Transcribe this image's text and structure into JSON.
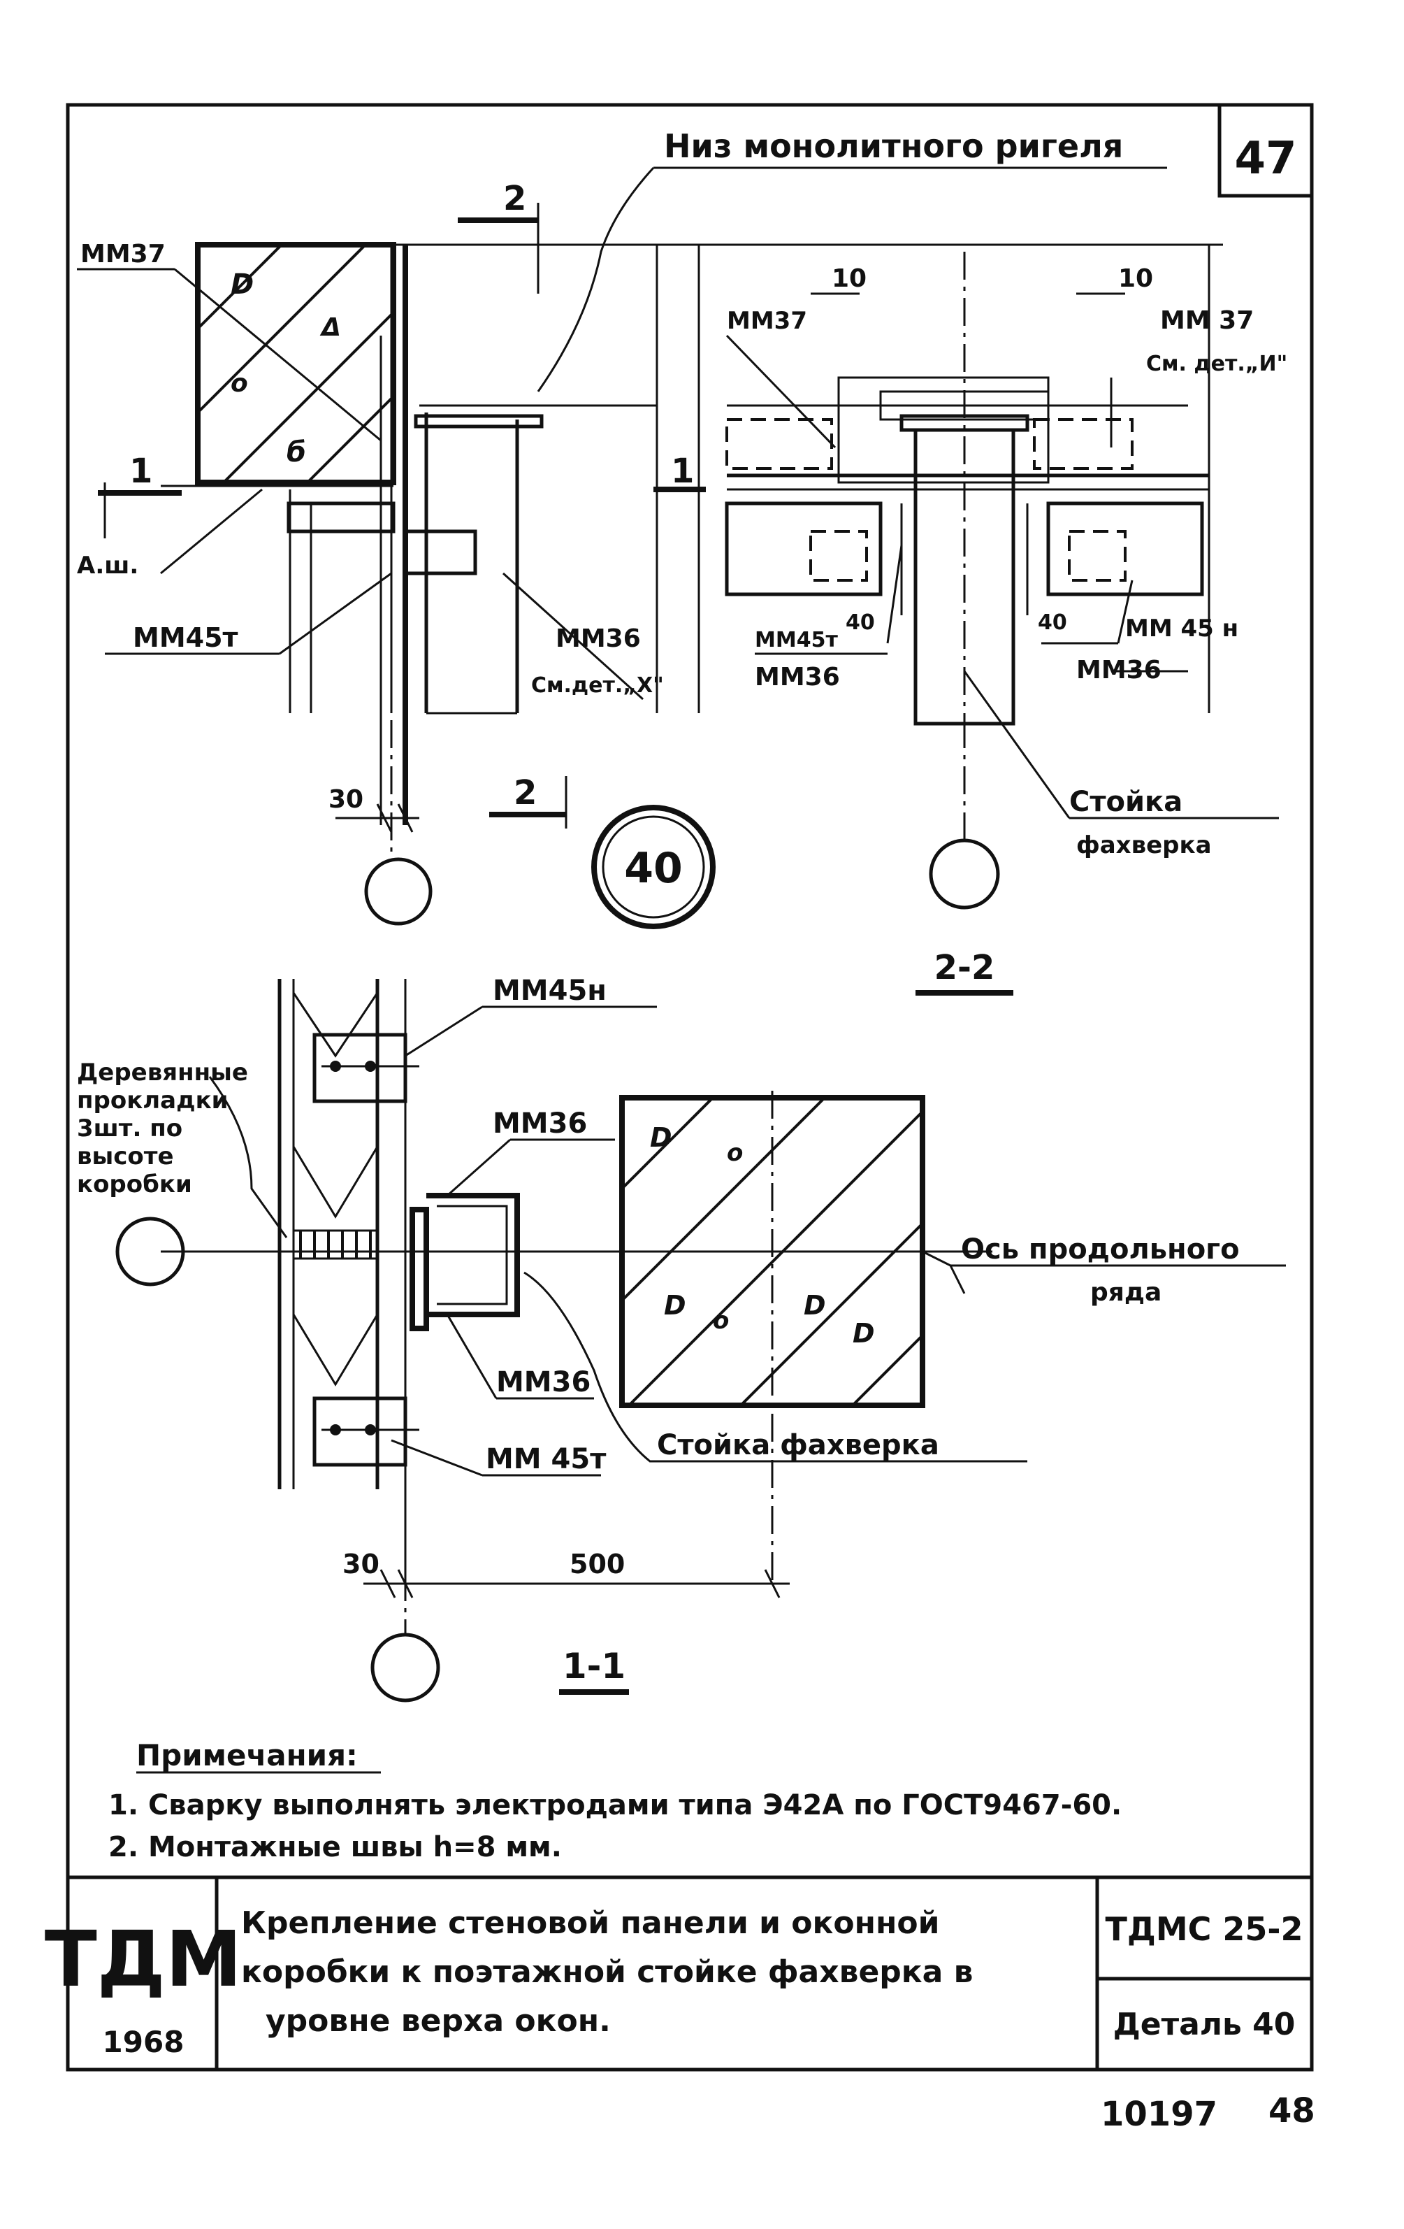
{
  "sheet": {
    "page_number": "47",
    "stamp_number": "10197",
    "stamp_page": "48"
  },
  "labels": {
    "monolith_bottom": "Низ монолитного ригеля",
    "section_2_mark_top": "2",
    "section_2_mark_bottom": "2",
    "section_2_caption": "2-2",
    "section_1_mark_left": "1",
    "section_1_mark_right": "1",
    "section_1_caption": "1-1",
    "detail_number": "40",
    "ash": "А.ш.",
    "mm37_left": "ММ37",
    "mm45t_left": "ММ45т",
    "mm36_left": "ММ36",
    "see_detail_x": "См.дет.„Х\"",
    "dim_30_top": "30",
    "mm37_mid": "ММ37",
    "dim_10_left": "10",
    "dim_10_right": "10",
    "mm37_right": "ММ 37",
    "see_detail_i": "См. дет.„И\"",
    "mm45t_mid": "ММ45т",
    "mm36_mid_a": "ММ36",
    "dim_40_left": "40",
    "dim_40_right": "40",
    "mm45h_right": "ММ 45 н",
    "mm36_right": "ММ36",
    "post_top_1": "Стойка",
    "post_top_2": "фахверка",
    "mm45h_bottom": "ММ45н",
    "wood_pads": [
      "Деревянные",
      "прокладки",
      "3шт. по",
      "высоте",
      "коробки"
    ],
    "mm36_b1": "ММ36",
    "mm36_b2": "ММ36",
    "mm45t_bottom": "ММ 45т",
    "post_bottom": "Стойка   фахверка",
    "axis_row_1": "Ось продольного",
    "axis_row_2": "ряда",
    "dim_30_bottom": "30",
    "dim_500": "500"
  },
  "notes": {
    "title": "Примечания:",
    "items": [
      "1.  Сварку выполнять  электродами типа Э42А по ГОСТ9467-60.",
      "2.  Монтажные  швы h=8 мм."
    ]
  },
  "title_block": {
    "logo": "ТДМ",
    "year": "1968",
    "description_lines": [
      "Крепление стеновой панели и оконной",
      "коробки к поэтажной стойке фахверка в",
      "уровне  верха   окон."
    ],
    "series": "ТДМС 25-2",
    "detail": "Деталь 40"
  }
}
